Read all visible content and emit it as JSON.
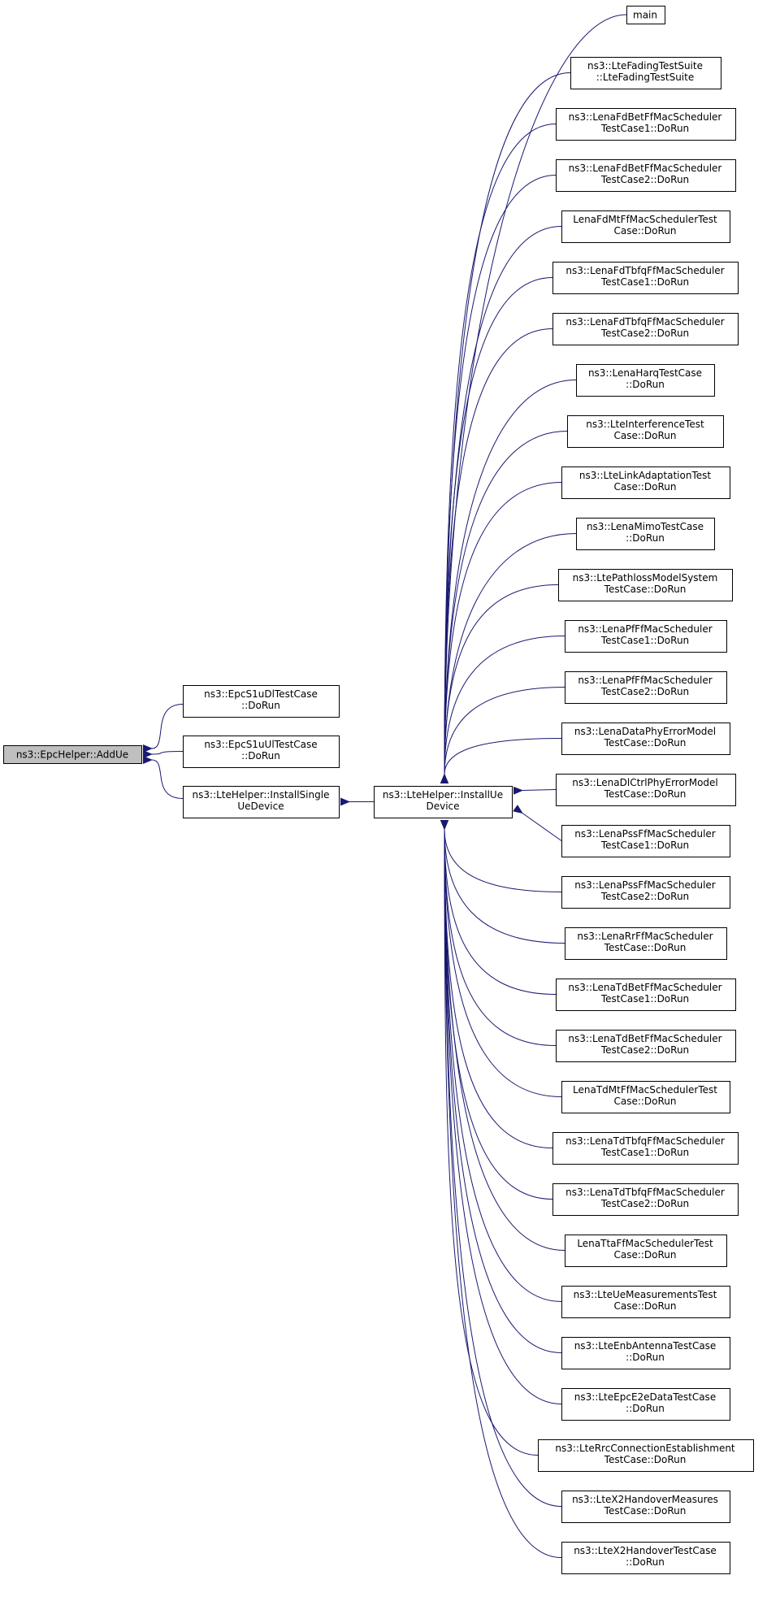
{
  "graph": {
    "root": {
      "lines": [
        "ns3::EpcHelper::AddUe"
      ]
    },
    "level1": [
      {
        "id": "s1dl",
        "lines": [
          "ns3::EpcS1uDlTestCase",
          "::DoRun"
        ]
      },
      {
        "id": "s1ul",
        "lines": [
          "ns3::EpcS1uUlTestCase",
          "::DoRun"
        ]
      },
      {
        "id": "single",
        "lines": [
          "ns3::LteHelper::InstallSingle",
          "UeDevice"
        ]
      }
    ],
    "level2": {
      "lines": [
        "ns3::LteHelper::InstallUe",
        "Device"
      ]
    },
    "callers": [
      {
        "lines": [
          "main"
        ]
      },
      {
        "lines": [
          "ns3::LteFadingTestSuite",
          "::LteFadingTestSuite"
        ]
      },
      {
        "lines": [
          "ns3::LenaFdBetFfMacScheduler",
          "TestCase1::DoRun"
        ]
      },
      {
        "lines": [
          "ns3::LenaFdBetFfMacScheduler",
          "TestCase2::DoRun"
        ]
      },
      {
        "lines": [
          "LenaFdMtFfMacSchedulerTest",
          "Case::DoRun"
        ]
      },
      {
        "lines": [
          "ns3::LenaFdTbfqFfMacScheduler",
          "TestCase1::DoRun"
        ]
      },
      {
        "lines": [
          "ns3::LenaFdTbfqFfMacScheduler",
          "TestCase2::DoRun"
        ]
      },
      {
        "lines": [
          "ns3::LenaHarqTestCase",
          "::DoRun"
        ]
      },
      {
        "lines": [
          "ns3::LteInterferenceTest",
          "Case::DoRun"
        ]
      },
      {
        "lines": [
          "ns3::LteLinkAdaptationTest",
          "Case::DoRun"
        ]
      },
      {
        "lines": [
          "ns3::LenaMimoTestCase",
          "::DoRun"
        ]
      },
      {
        "lines": [
          "ns3::LtePathlossModelSystem",
          "TestCase::DoRun"
        ]
      },
      {
        "lines": [
          "ns3::LenaPfFfMacScheduler",
          "TestCase1::DoRun"
        ]
      },
      {
        "lines": [
          "ns3::LenaPfFfMacScheduler",
          "TestCase2::DoRun"
        ]
      },
      {
        "lines": [
          "ns3::LenaDataPhyErrorModel",
          "TestCase::DoRun"
        ]
      },
      {
        "lines": [
          "ns3::LenaDlCtrlPhyErrorModel",
          "TestCase::DoRun"
        ]
      },
      {
        "lines": [
          "ns3::LenaPssFfMacScheduler",
          "TestCase1::DoRun"
        ]
      },
      {
        "lines": [
          "ns3::LenaPssFfMacScheduler",
          "TestCase2::DoRun"
        ]
      },
      {
        "lines": [
          "ns3::LenaRrFfMacScheduler",
          "TestCase::DoRun"
        ]
      },
      {
        "lines": [
          "ns3::LenaTdBetFfMacScheduler",
          "TestCase1::DoRun"
        ]
      },
      {
        "lines": [
          "ns3::LenaTdBetFfMacScheduler",
          "TestCase2::DoRun"
        ]
      },
      {
        "lines": [
          "LenaTdMtFfMacSchedulerTest",
          "Case::DoRun"
        ]
      },
      {
        "lines": [
          "ns3::LenaTdTbfqFfMacScheduler",
          "TestCase1::DoRun"
        ]
      },
      {
        "lines": [
          "ns3::LenaTdTbfqFfMacScheduler",
          "TestCase2::DoRun"
        ]
      },
      {
        "lines": [
          "LenaTtaFfMacSchedulerTest",
          "Case::DoRun"
        ]
      },
      {
        "lines": [
          "ns3::LteUeMeasurementsTest",
          "Case::DoRun"
        ]
      },
      {
        "lines": [
          "ns3::LteEnbAntennaTestCase",
          "::DoRun"
        ]
      },
      {
        "lines": [
          "ns3::LteEpcE2eDataTestCase",
          "::DoRun"
        ]
      },
      {
        "lines": [
          "ns3::LteRrcConnectionEstablishment",
          "TestCase::DoRun"
        ]
      },
      {
        "lines": [
          "ns3::LteX2HandoverMeasures",
          "TestCase::DoRun"
        ]
      },
      {
        "lines": [
          "ns3::LteX2HandoverTestCase",
          "::DoRun"
        ]
      }
    ],
    "colors": {
      "edge": "#191970",
      "root_fill": "#bfbfbf",
      "node_fill": "#ffffff",
      "node_stroke": "#000000"
    }
  }
}
